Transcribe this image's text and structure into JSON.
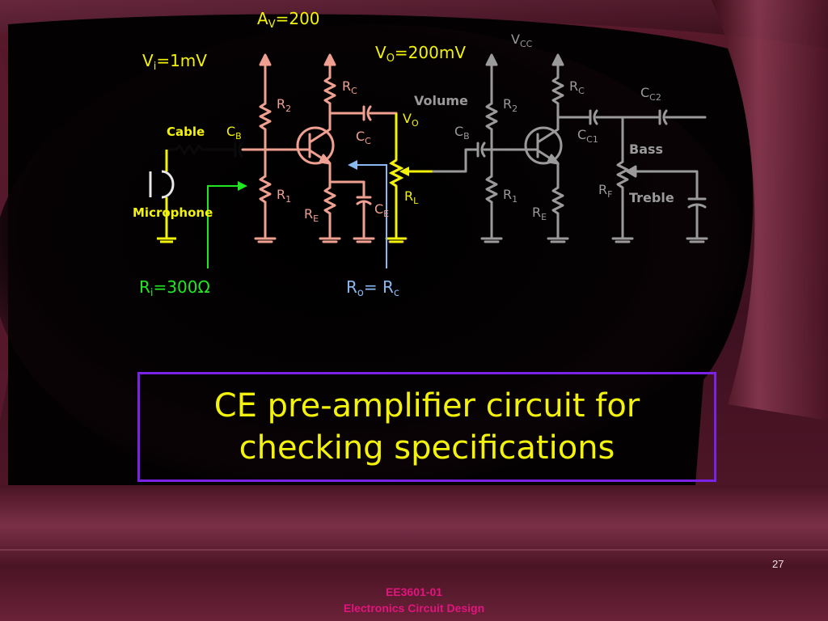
{
  "colors": {
    "stage1": "#f0a090",
    "stage2": "#9a9a9a",
    "input_black": "#0a0a0a",
    "yellow": "#f2f20a",
    "green": "#22e622",
    "blue": "#8ab8f0",
    "title_border": "#7a22e6",
    "footer": "#e2147e"
  },
  "labels": {
    "av_main": "A",
    "av_sub": "V",
    "av_val": "=200",
    "vi_main": "V",
    "vi_sub": "i",
    "vi_val": "=1mV",
    "vo_main": "V",
    "vo_sub": "O",
    "vo_val": "=200mV",
    "vcc_main": "V",
    "vcc_sub": "CC",
    "ri_main": "R",
    "ri_sub": "i",
    "ri_val": "=300Ω",
    "ro_main": "R",
    "ro_sub": "o",
    "ro_mid": "= R",
    "ro_sub2": "c"
  },
  "stage1": {
    "cable": "Cable",
    "microphone": "Microphone",
    "cb": {
      "main": "C",
      "sub": "B"
    },
    "r2": {
      "main": "R",
      "sub": "2"
    },
    "r1": {
      "main": "R",
      "sub": "1"
    },
    "rc": {
      "main": "R",
      "sub": "C"
    },
    "cc": {
      "main": "C",
      "sub": "C"
    },
    "re": {
      "main": "R",
      "sub": "E"
    },
    "ce": {
      "main": "C",
      "sub": "E"
    },
    "rl": {
      "main": "R",
      "sub": "L"
    },
    "vo": {
      "main": "V",
      "sub": "O"
    },
    "volume": "Volume"
  },
  "stage2": {
    "cb": {
      "main": "C",
      "sub": "B"
    },
    "r2": {
      "main": "R",
      "sub": "2"
    },
    "r1": {
      "main": "R",
      "sub": "1"
    },
    "rc": {
      "main": "R",
      "sub": "C"
    },
    "cc1": {
      "main": "C",
      "sub": "C1"
    },
    "cc2": {
      "main": "C",
      "sub": "C2"
    },
    "re": {
      "main": "R",
      "sub": "E"
    },
    "rf": {
      "main": "R",
      "sub": "F"
    },
    "bass": "Bass",
    "treble": "Treble"
  },
  "title": "CE pre-amplifier circuit for checking specifications",
  "page_number": "27",
  "footer": {
    "line1": "EE3601-01",
    "line2": "Electronics Circuit Design"
  }
}
